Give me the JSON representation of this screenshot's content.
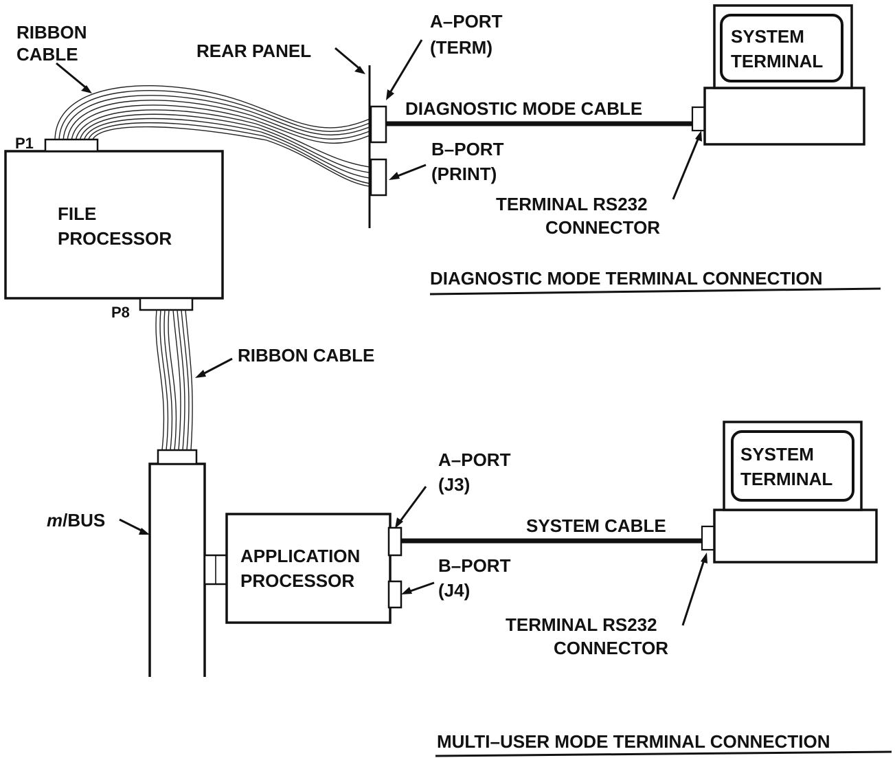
{
  "diagnostic": {
    "ribbon_cable_line1": "RIBBON",
    "ribbon_cable_line2": "CABLE",
    "rear_panel": "REAR PANEL",
    "a_port": "A–PORT",
    "a_port_sub": "(TERM)",
    "b_port": "B–PORT",
    "b_port_sub": "(PRINT)",
    "cable": "DIAGNOSTIC MODE CABLE",
    "terminal_line1": "SYSTEM",
    "terminal_line2": "TERMINAL",
    "rs232_line1": "TERMINAL RS232",
    "rs232_line2": "CONNECTOR",
    "p1": "P1",
    "p8": "P8",
    "file_processor_line1": "FILE",
    "file_processor_line2": "PROCESSOR",
    "title": "DIAGNOSTIC MODE TERMINAL CONNECTION"
  },
  "multiuser": {
    "ribbon_cable": "RIBBON CABLE",
    "mbus_m": "m",
    "mbus_rest": "/BUS",
    "app_processor_line1": "APPLICATION",
    "app_processor_line2": "PROCESSOR",
    "a_port": "A–PORT",
    "a_port_sub": "(J3)",
    "b_port": "B–PORT",
    "b_port_sub": "(J4)",
    "cable": "SYSTEM CABLE",
    "terminal_line1": "SYSTEM",
    "terminal_line2": "TERMINAL",
    "rs232_line1": "TERMINAL RS232",
    "rs232_line2": "CONNECTOR",
    "title": "MULTI–USER MODE TERMINAL CONNECTION"
  }
}
